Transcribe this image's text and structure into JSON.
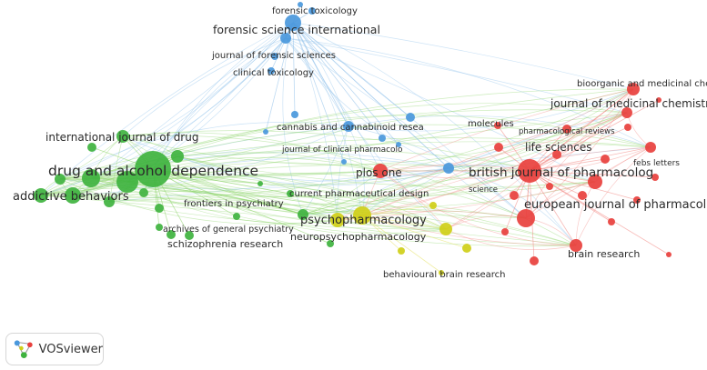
{
  "app": {
    "name": "VOSviewer"
  },
  "clusters": {
    "green": {
      "color": "#3fb33f",
      "edge": "#8fd46d"
    },
    "red": {
      "color": "#e8403d",
      "edge": "#f28a86"
    },
    "blue": {
      "color": "#4a98dc",
      "edge": "#8fc0ea"
    },
    "yellow": {
      "color": "#cfcf18",
      "edge": "#e6e26a"
    }
  },
  "labels": {
    "forensic_toxicology": "forensic toxicology",
    "forensic_science_international": "forensic science international",
    "journal_of_forensic_sciences": "journal of forensic sciences",
    "clinical_toxicology": "clinical toxicology",
    "bioorganic_and_medicinal_chemi": "bioorganic and medicinal chemi",
    "journal_of_medicinal_chemistry": "journal of medicinal chemistry",
    "molecules": "molecules",
    "pharmacological_reviews": "pharmacological reviews",
    "international_journal_of_drug": "international journal of drug",
    "cannabis_and_cannabinoid_resea": "cannabis and cannabinoid resea",
    "journal_of_clinical_pharmacolo": "journal of clinical pharmacolo",
    "life_sciences": "life sciences",
    "febs_letters": "febs letters",
    "drug_and_alcohol_dependence": "drug and alcohol dependence",
    "plos_one": "plos one",
    "british_journal_of_pharmacolog": "british journal of pharmacolog",
    "addictive_behaviors": "addictive behaviors",
    "science": "science",
    "current_pharmaceutical_design": "current pharmaceutical design",
    "frontiers_in_psychiatry": "frontiers in psychiatry",
    "european_journal_of_pharmacolo": "european journal of pharmacolo",
    "psychopharmacology": "psychopharmacology",
    "archives_of_general_psychiatry": "archives of general psychiatry",
    "neuropsychopharmacology": "neuropsychopharmacology",
    "schizophrenia_research": "schizophrenia research",
    "brain_research": "brain research",
    "behavioural_brain_research": "behavioural brain research"
  }
}
